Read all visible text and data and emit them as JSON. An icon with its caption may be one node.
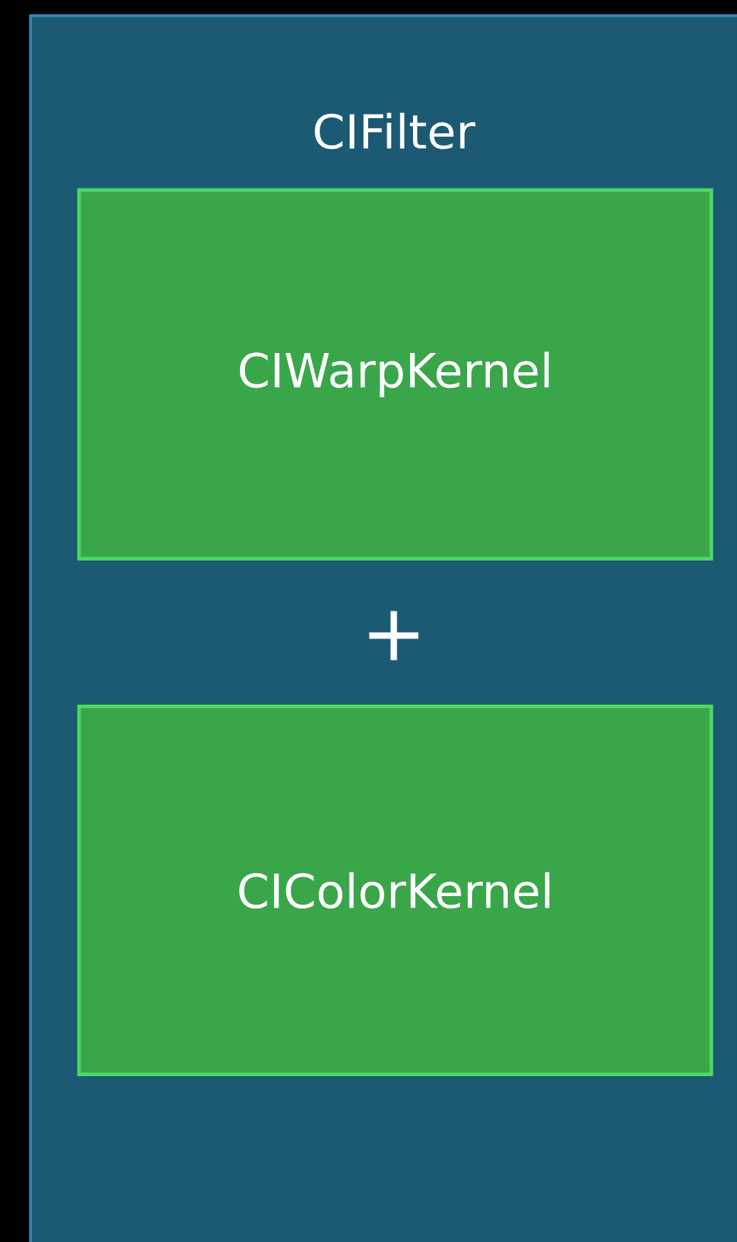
{
  "diagram": {
    "nodes": [
      {
        "text": [
          "CIFilter"
        ]
      },
      {
        "text": [
          "CIWarpKernel"
        ],
        "in": 0
      },
      {
        "text": [
          "CIColorKernel"
        ],
        "in": 0
      }
    ],
    "labels": [
      "+"
    ]
  }
}
